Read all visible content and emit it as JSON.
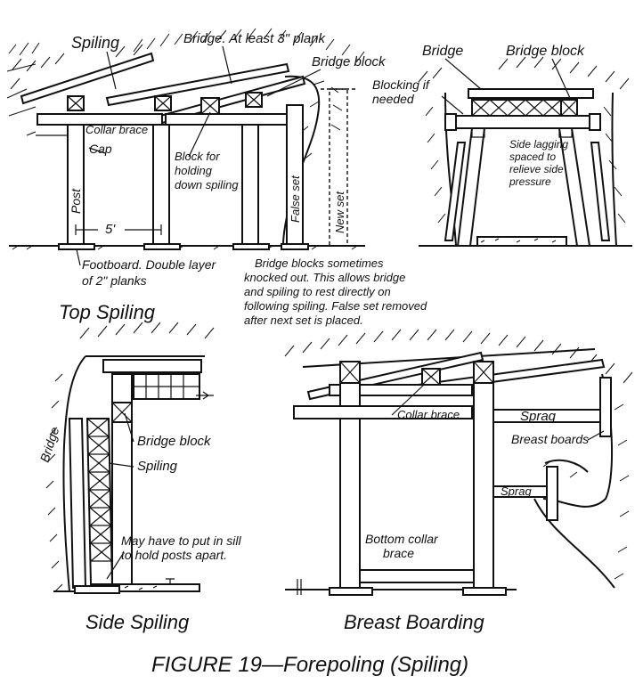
{
  "top_spiling": {
    "title": "Top Spiling",
    "spiling": "Spiling",
    "bridge": "Bridge. At least 3\" plank",
    "bridge_block": "Bridge block",
    "collar_brace": "Collar brace",
    "cap": "Cap",
    "post": "Post",
    "block_holding_1": "Block for",
    "block_holding_2": "holding",
    "block_holding_3": "down spiling",
    "false_set": "False set",
    "new_set": "New set",
    "spacing": "5'",
    "footboard_1": "Footboard. Double layer",
    "footboard_2": "of 2\" planks",
    "note_1": "Bridge blocks sometimes",
    "note_2": "knocked out. This allows bridge",
    "note_3": "and spiling to rest directly on",
    "note_4": "following spiling. False set removed",
    "note_5": "after next set is placed."
  },
  "cross_section": {
    "bridge": "Bridge",
    "bridge_block": "Bridge block",
    "blocking_1": "Blocking if",
    "blocking_2": "needed",
    "side_lagging_1": "Side lagging",
    "side_lagging_2": "spaced to",
    "side_lagging_3": "relieve side",
    "side_lagging_4": "pressure"
  },
  "side_spiling": {
    "title": "Side Spiling",
    "bridge": "Bridge",
    "bridge_block": "Bridge block",
    "spiling": "Spiling",
    "sill_1": "May have to put in sill",
    "sill_2": "to hold posts apart."
  },
  "breast_boarding": {
    "title": "Breast Boarding",
    "collar_brace": "Collar brace",
    "sprag_1": "Sprag",
    "breast_boards": "Breast boards",
    "sprag_2": "Sprag",
    "bottom_collar_1": "Bottom collar",
    "bottom_collar_2": "brace"
  },
  "figure_caption": "FIGURE 19—Forepoling (Spiling)"
}
